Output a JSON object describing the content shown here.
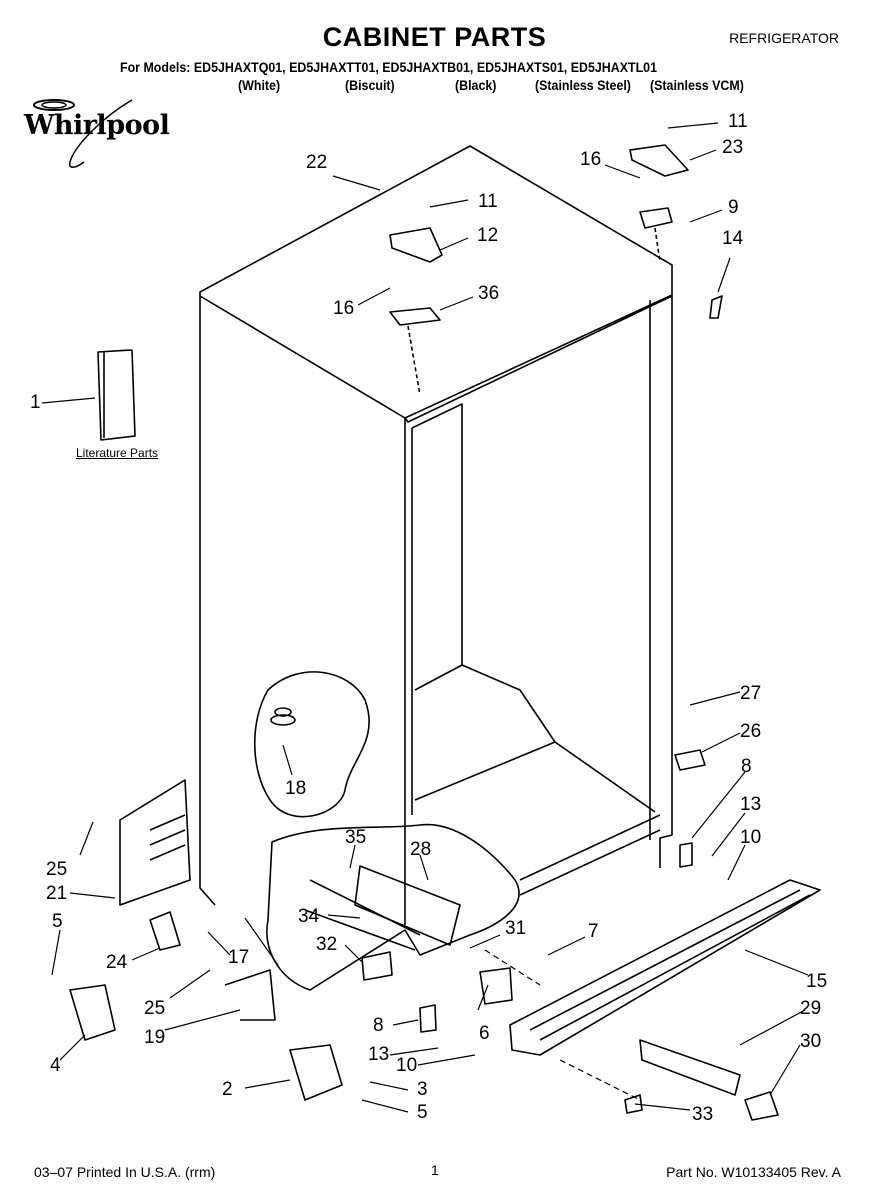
{
  "header": {
    "title": "CABINET PARTS",
    "category": "REFRIGERATOR",
    "models_line": "For Models: ED5JHAXTQ01, ED5JHAXTT01, ED5JHAXTB01, ED5JHAXTS01, ED5JHAXTL01",
    "variants": [
      "(White)",
      "(Biscuit)",
      "(Black)",
      "(Stainless Steel)",
      "(Stainless VCM)"
    ]
  },
  "brand": {
    "name": "Whirlpool"
  },
  "literature_caption": "Literature Parts",
  "callouts": [
    {
      "label": "22"
    },
    {
      "label": "11"
    },
    {
      "label": "12"
    },
    {
      "label": "16"
    },
    {
      "label": "36"
    },
    {
      "label": "11"
    },
    {
      "label": "23"
    },
    {
      "label": "16"
    },
    {
      "label": "9"
    },
    {
      "label": "14"
    },
    {
      "label": "1"
    },
    {
      "label": "27"
    },
    {
      "label": "26"
    },
    {
      "label": "8"
    },
    {
      "label": "13"
    },
    {
      "label": "10"
    },
    {
      "label": "18"
    },
    {
      "label": "35"
    },
    {
      "label": "28"
    },
    {
      "label": "25"
    },
    {
      "label": "21"
    },
    {
      "label": "34"
    },
    {
      "label": "31"
    },
    {
      "label": "7"
    },
    {
      "label": "5"
    },
    {
      "label": "32"
    },
    {
      "label": "24"
    },
    {
      "label": "17"
    },
    {
      "label": "15"
    },
    {
      "label": "25"
    },
    {
      "label": "19"
    },
    {
      "label": "29"
    },
    {
      "label": "8"
    },
    {
      "label": "6"
    },
    {
      "label": "4"
    },
    {
      "label": "13"
    },
    {
      "label": "30"
    },
    {
      "label": "10"
    },
    {
      "label": "2"
    },
    {
      "label": "3"
    },
    {
      "label": "5"
    },
    {
      "label": "33"
    }
  ],
  "footer": {
    "printed": "03–07 Printed In U.S.A. (rrm)",
    "page": "1",
    "part_no": "Part No. W10133405 Rev. A"
  }
}
